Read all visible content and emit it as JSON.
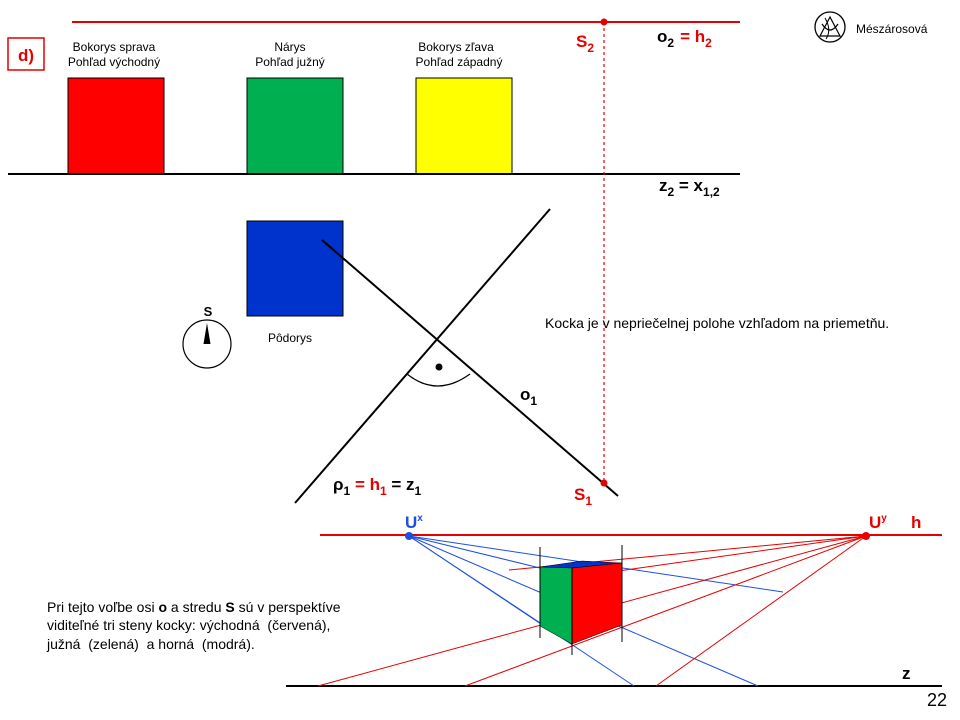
{
  "slide": {
    "author": "Mészárosová",
    "page_number": "22",
    "part_label": "d)"
  },
  "views": {
    "right_side": {
      "line1": "Bokorys sprava",
      "line2": "Pohľad východný",
      "color": "#ff0000"
    },
    "front": {
      "line1": "Nárys",
      "line2": "Pohľad južný",
      "color": "#00b050"
    },
    "left_side": {
      "line1": "Bokorys zľava",
      "line2": "Pohľad západný",
      "color": "#ffff00"
    },
    "plan": {
      "label": "Pôdorys",
      "color": "#0033cc"
    }
  },
  "labels": {
    "s2": {
      "base": "S",
      "sub": "2"
    },
    "o2_eq_h2": {
      "o": "o",
      "o_sub": "2",
      "eq": "= h",
      "h_sub": "2"
    },
    "z2_eq_x12": {
      "z": "z",
      "z_sub": "2",
      "eq": " = x",
      "x_sub": "1,2"
    },
    "o1": {
      "base": "o",
      "sub": "1"
    },
    "s1": {
      "base": "S",
      "sub": "1"
    },
    "rho1": {
      "rho": "ρ",
      "rho_sub": "1",
      "eq_h": " = h",
      "h_sub": "1",
      "eq_z": " = z",
      "z_sub": "1"
    },
    "ux": {
      "base": "U",
      "sup": "x"
    },
    "uy": {
      "base": "U",
      "sup": "y"
    },
    "h": "h",
    "z": "z",
    "north": "S"
  },
  "notes": {
    "position": "Kocka je v nepriečelnej polohe vzhľadom na priemetňu.",
    "perspective_line1_a": "Pri tejto voľbe osi ",
    "perspective_line1_o": "o",
    "perspective_line1_b": " a stredu ",
    "perspective_line1_S": "S",
    "perspective_line1_c": " sú v perspektíve",
    "perspective_line2": "viditeľné tri steny kocky: východná  (červená),",
    "perspective_line3": "južná  (zelená)  a horná  (modrá)."
  },
  "colors": {
    "construction_red": "#e60000",
    "vanishing_blue": "#1f4fe0",
    "axis": "#000000"
  }
}
